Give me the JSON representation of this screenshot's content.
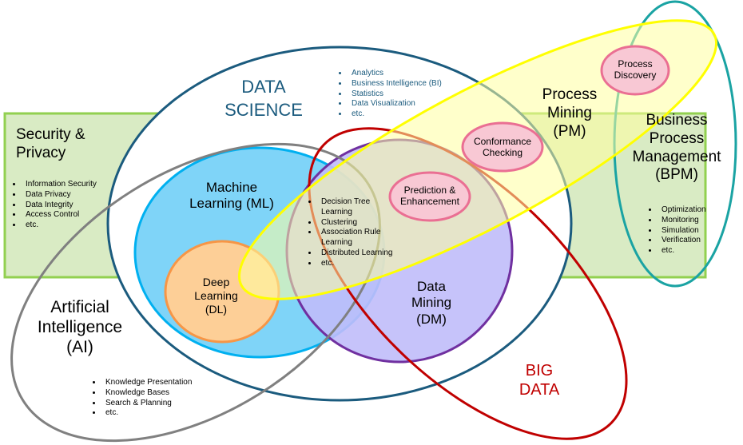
{
  "colors": {
    "security": "#92d050",
    "data_science": "#1b5b7e",
    "ai": "#808080",
    "ml": "#00b0f0",
    "dm": "#7030a0",
    "dl": "#f79646",
    "big_data": "#c00000",
    "pm": "#ffff00",
    "bpm": "#1aa3a3",
    "pink": "#ea6f93"
  },
  "security": {
    "title": "Security & Privacy",
    "items": [
      "Information Security",
      "Data Privacy",
      "Data Integrity",
      "Access Control",
      "etc."
    ]
  },
  "data_science": {
    "title_line1": "DATA",
    "title_line2": "SCIENCE",
    "items": [
      "Analytics",
      "Business Intelligence (BI)",
      "Statistics",
      "Data Visualization",
      "etc."
    ]
  },
  "ml": {
    "title": "Machine Learning (ML)",
    "items": [
      "Decision Tree Learning",
      "Clustering",
      "Association Rule Learning",
      "Distributed Learning",
      "etc."
    ]
  },
  "dl": {
    "title": "Deep Learning (DL)"
  },
  "dm": {
    "title": "Data Mining (DM)"
  },
  "ai": {
    "title": "Artificial Intelligence (AI)",
    "items": [
      "Knowledge Presentation",
      "Knowledge Bases",
      "Search & Planning",
      "etc."
    ]
  },
  "big_data": {
    "title": "BIG DATA"
  },
  "pm": {
    "title": "Process Mining (PM)",
    "prediction": "Prediction & Enhancement",
    "conformance": "Conformance Checking",
    "discovery": "Process Discovery"
  },
  "bpm": {
    "title": "Business Process Management (BPM)",
    "items": [
      "Optimization",
      "Monitoring",
      "Simulation",
      "Verification",
      "etc."
    ]
  }
}
